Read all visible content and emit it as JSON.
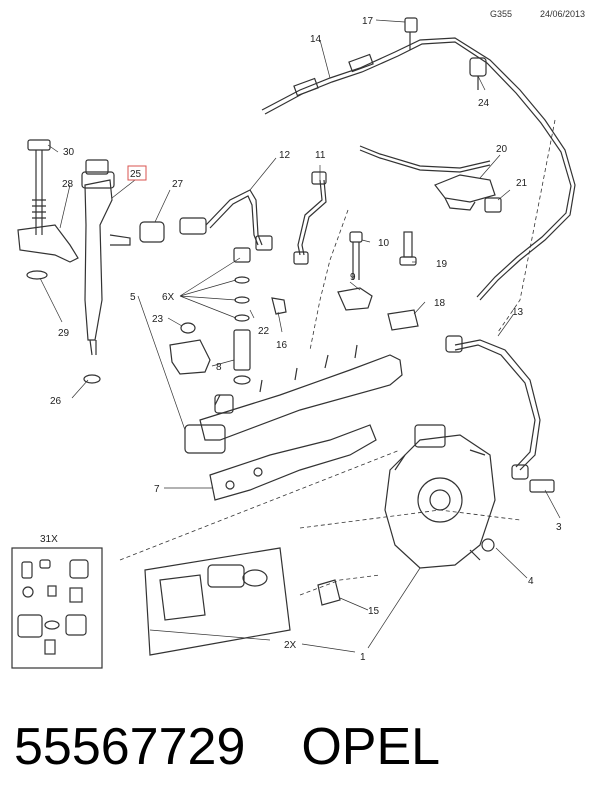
{
  "header": {
    "code": "G355",
    "date": "24/06/2013"
  },
  "footer": {
    "part_number": "55567729",
    "brand": "OPEL"
  },
  "callouts": {
    "c1": "1",
    "c2": "2X",
    "c3": "3",
    "c4": "4",
    "c5": "5",
    "c6": "6X",
    "c7": "7",
    "c8": "8",
    "c9": "9",
    "c10": "10",
    "c11": "11",
    "c12": "12",
    "c13": "13",
    "c14": "14",
    "c15": "15",
    "c16": "16",
    "c17": "17",
    "c18": "18",
    "c19": "19",
    "c20": "20",
    "c21": "21",
    "c22": "22",
    "c23": "23",
    "c24": "24",
    "c25": "25",
    "c26": "26",
    "c27": "27",
    "c28": "28",
    "c29": "29",
    "c30": "30",
    "c31": "31X"
  },
  "colors": {
    "line": "#333333",
    "highlight": "#d9534f"
  }
}
